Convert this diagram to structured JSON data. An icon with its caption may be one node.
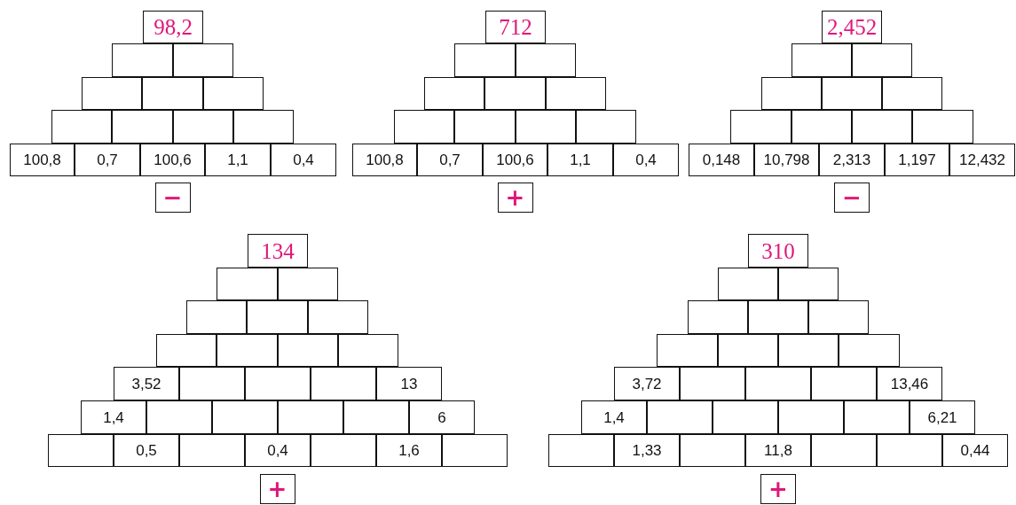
{
  "diagram": {
    "nodes": [
      {
        "text": [
          "98,2"
        ]
      },
      {
        "text": [],
        "shape": "box"
      },
      {
        "text": [],
        "shape": "box"
      },
      {
        "text": [],
        "shape": "box"
      },
      {
        "text": [],
        "shape": "box"
      },
      {
        "text": [],
        "shape": "box"
      },
      {
        "text": [],
        "shape": "box"
      },
      {
        "text": [],
        "shape": "box"
      },
      {
        "text": [],
        "shape": "box"
      },
      {
        "text": [],
        "shape": "box"
      },
      {
        "text": [
          "100,8"
        ]
      },
      {
        "text": [
          "0,7"
        ]
      },
      {
        "text": [
          "100,6"
        ]
      },
      {
        "text": [
          "1,1"
        ]
      },
      {
        "text": [
          "0,4"
        ]
      },
      {
        "text": [
          "−"
        ]
      },
      {
        "text": [
          "712"
        ]
      },
      {
        "text": [],
        "shape": "box"
      },
      {
        "text": [],
        "shape": "box"
      },
      {
        "text": [],
        "shape": "box"
      },
      {
        "text": [],
        "shape": "box"
      },
      {
        "text": [],
        "shape": "box"
      },
      {
        "text": [],
        "shape": "box"
      },
      {
        "text": [],
        "shape": "box"
      },
      {
        "text": [],
        "shape": "box"
      },
      {
        "text": [],
        "shape": "box"
      },
      {
        "text": [
          "100,8"
        ]
      },
      {
        "text": [
          "0,7"
        ]
      },
      {
        "text": [
          "100,6"
        ]
      },
      {
        "text": [
          "1,1"
        ]
      },
      {
        "text": [
          "0,4"
        ]
      },
      {
        "text": [
          "+"
        ]
      },
      {
        "text": [
          "2,452"
        ]
      },
      {
        "text": [],
        "shape": "box"
      },
      {
        "text": [],
        "shape": "box"
      },
      {
        "text": [],
        "shape": "box"
      },
      {
        "text": [],
        "shape": "box"
      },
      {
        "text": [],
        "shape": "box"
      },
      {
        "text": [],
        "shape": "box"
      },
      {
        "text": [],
        "shape": "box"
      },
      {
        "text": [],
        "shape": "box"
      },
      {
        "text": [],
        "shape": "box"
      },
      {
        "text": [
          "0,148"
        ]
      },
      {
        "text": [
          "10,798"
        ]
      },
      {
        "text": [
          "2,313"
        ]
      },
      {
        "text": [
          "1,197"
        ]
      },
      {
        "text": [
          "12,432"
        ]
      },
      {
        "text": [
          "−"
        ]
      },
      {
        "text": [
          "134"
        ]
      },
      {
        "text": [],
        "shape": "box"
      },
      {
        "text": [],
        "shape": "box"
      },
      {
        "text": [],
        "shape": "box"
      },
      {
        "text": [],
        "shape": "box"
      },
      {
        "text": [],
        "shape": "box"
      },
      {
        "text": [],
        "shape": "box"
      },
      {
        "text": [],
        "shape": "box"
      },
      {
        "text": [],
        "shape": "box"
      },
      {
        "text": [],
        "shape": "box"
      },
      {
        "text": [
          "3,52"
        ]
      },
      {
        "text": [],
        "shape": "box"
      },
      {
        "text": [],
        "shape": "box"
      },
      {
        "text": [],
        "shape": "box"
      },
      {
        "text": [
          "13"
        ]
      },
      {
        "text": [
          "1,4"
        ]
      },
      {
        "text": [],
        "shape": "box"
      },
      {
        "text": [],
        "shape": "box"
      },
      {
        "text": [],
        "shape": "box"
      },
      {
        "text": [],
        "shape": "box"
      },
      {
        "text": [
          "6"
        ]
      },
      {
        "text": [],
        "shape": "box"
      },
      {
        "text": [
          "0,5"
        ]
      },
      {
        "text": [],
        "shape": "box"
      },
      {
        "text": [
          "0,4"
        ]
      },
      {
        "text": [],
        "shape": "box"
      },
      {
        "text": [
          "1,6"
        ]
      },
      {
        "text": [],
        "shape": "box"
      },
      {
        "text": [
          "+"
        ]
      },
      {
        "text": [
          "310"
        ]
      },
      {
        "text": [],
        "shape": "box"
      },
      {
        "text": [],
        "shape": "box"
      },
      {
        "text": [],
        "shape": "box"
      },
      {
        "text": [],
        "shape": "box"
      },
      {
        "text": [],
        "shape": "box"
      },
      {
        "text": [],
        "shape": "box"
      },
      {
        "text": [],
        "shape": "box"
      },
      {
        "text": [],
        "shape": "box"
      },
      {
        "text": [],
        "shape": "box"
      },
      {
        "text": [
          "3,72"
        ]
      },
      {
        "text": [],
        "shape": "box"
      },
      {
        "text": [],
        "shape": "box"
      },
      {
        "text": [],
        "shape": "box"
      },
      {
        "text": [
          "13,46"
        ]
      },
      {
        "text": [
          "1,4"
        ]
      },
      {
        "text": [],
        "shape": "box"
      },
      {
        "text": [],
        "shape": "box"
      },
      {
        "text": [],
        "shape": "box"
      },
      {
        "text": [],
        "shape": "box"
      },
      {
        "text": [
          "6,21"
        ]
      },
      {
        "text": [],
        "shape": "box"
      },
      {
        "text": [
          "1,33"
        ]
      },
      {
        "text": [],
        "shape": "box"
      },
      {
        "text": [
          "11,8"
        ]
      },
      {
        "text": [],
        "shape": "box"
      },
      {
        "text": [],
        "shape": "box"
      },
      {
        "text": [
          "0,44"
        ]
      },
      {
        "text": [
          "+"
        ]
      }
    ]
  }
}
